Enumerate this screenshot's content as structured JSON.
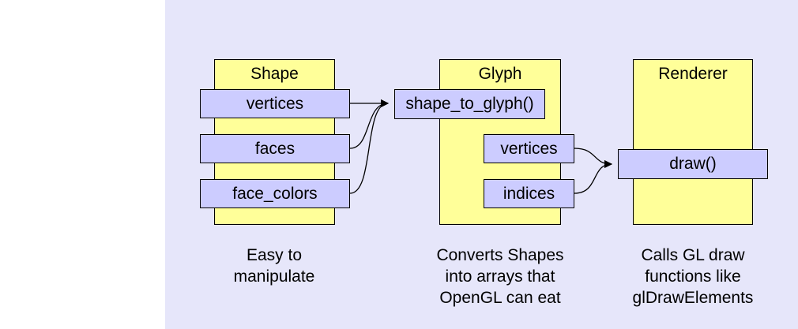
{
  "colors": {
    "panel_bg": "#e6e6fa",
    "column_bg": "#ffff99",
    "field_bg": "#ccccff",
    "stroke": "#000000"
  },
  "shape": {
    "title": "Shape",
    "fields": [
      "vertices",
      "faces",
      "face_colors"
    ],
    "caption": "Easy to\nmanipulate"
  },
  "glyph": {
    "title": "Glyph",
    "method": "shape_to_glyph()",
    "fields": [
      "vertices",
      "indices"
    ],
    "caption": "Converts Shapes\ninto arrays that\nOpenGL can eat"
  },
  "renderer": {
    "title": "Renderer",
    "method": "draw()",
    "caption": "Calls GL draw\nfunctions like\nglDrawElements"
  },
  "connections": [
    {
      "from": "shape.vertices",
      "to": "glyph.shape_to_glyph"
    },
    {
      "from": "shape.faces",
      "to": "glyph.shape_to_glyph"
    },
    {
      "from": "shape.face_colors",
      "to": "glyph.shape_to_glyph"
    },
    {
      "from": "glyph.vertices",
      "to": "renderer.draw"
    },
    {
      "from": "glyph.indices",
      "to": "renderer.draw"
    }
  ]
}
